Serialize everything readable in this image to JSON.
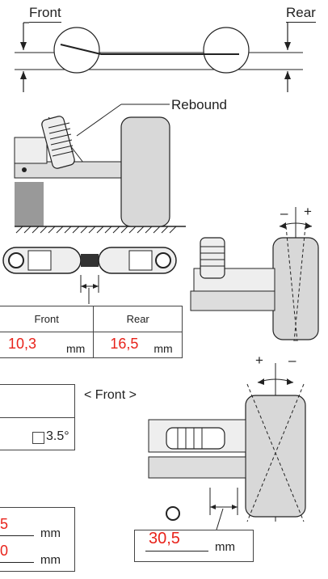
{
  "labels": {
    "front": "Front",
    "rear": "Rear",
    "rebound": "Rebound",
    "front_section": "< Front >",
    "plus": "+",
    "minus": "–"
  },
  "table": {
    "headers": [
      "Front",
      "Rear"
    ],
    "values": [
      {
        "value": "10,3",
        "unit": "mm"
      },
      {
        "value": "16,5",
        "unit": "mm"
      }
    ]
  },
  "option_box": {
    "checkbox_label": "3.5°"
  },
  "bottom_left": {
    "row1_value": "5",
    "row1_unit": "mm",
    "row2_value": "0",
    "row2_unit": "mm"
  },
  "bottom_right": {
    "value": "30,5",
    "unit": "mm"
  },
  "colors": {
    "accent_red": "#e8231b",
    "line": "#222222"
  }
}
